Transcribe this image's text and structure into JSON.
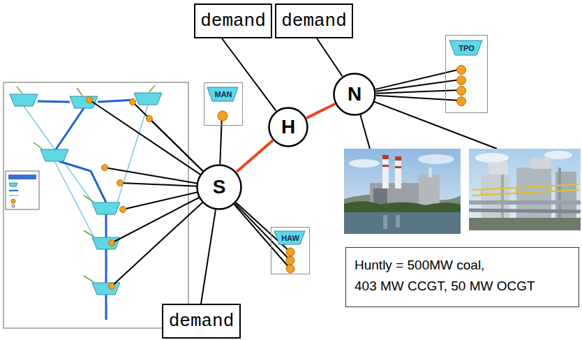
{
  "diagram": {
    "nodes": [
      {
        "text": [
          "demand"
        ]
      },
      {
        "text": [
          "demand"
        ]
      },
      {
        "text": [
          "TPO"
        ]
      },
      {
        "text": [
          "N"
        ]
      },
      {
        "text": [
          "MAN"
        ]
      },
      {
        "text": [
          "H"
        ]
      },
      {
        "text": [
          "S"
        ]
      },
      {
        "text": [
          "HAW"
        ]
      },
      {
        "text": [
          "Huntly = 500MW coal,",
          "403 MW CCGT, 50 MW OCGT"
        ]
      },
      {
        "text": [
          "demand"
        ]
      }
    ],
    "edges": [
      {
        "from": 0,
        "to": 5,
        "arrow": "none"
      },
      {
        "from": 1,
        "to": 3,
        "arrow": "none"
      },
      {
        "from": 6,
        "to": 5,
        "arrow": "none"
      },
      {
        "from": 5,
        "to": 3,
        "arrow": "none"
      },
      {
        "from": 3,
        "to": 2,
        "arrow": "none"
      },
      {
        "from": 3,
        "to": 2,
        "arrow": "none"
      },
      {
        "from": 3,
        "to": 2,
        "arrow": "none"
      },
      {
        "from": 3,
        "to": 2,
        "arrow": "none"
      },
      {
        "from": 6,
        "to": 4,
        "arrow": "none"
      },
      {
        "from": 6,
        "to": 7,
        "arrow": "none"
      },
      {
        "from": 6,
        "to": 7,
        "arrow": "none"
      },
      {
        "from": 6,
        "to": 7,
        "arrow": "none"
      },
      {
        "from": 6,
        "to": 9,
        "arrow": "none"
      }
    ]
  }
}
